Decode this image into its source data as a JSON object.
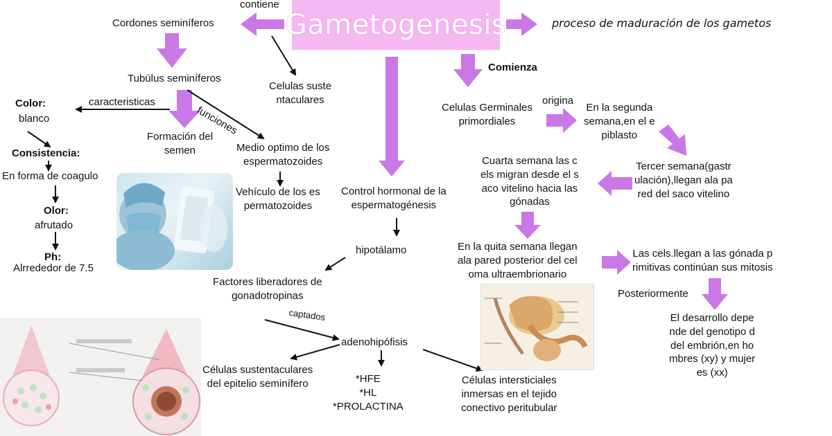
{
  "title": "Gametogenesis",
  "definition": "proceso de maduración de los gametos",
  "contiene_label": "contiene",
  "comienza_label": "Comienza",
  "origina_label": "origina",
  "caracteristicas_label": "caracteristicas",
  "funciones_label": "funciones",
  "captados_label": "captados",
  "cordones": "Cordones seminíferos",
  "celulas_sustentaculares_top": "Celulas suste\nntaculares",
  "tubulus": "Tubúlus seminíferos",
  "color_label": "Color:",
  "color_value": "blanco",
  "consistencia_label": "Consistencia:",
  "consistencia_value": "En forma de coagulo",
  "olor_label": "Olor:",
  "olor_value": "afrutado",
  "ph_label": "Ph:",
  "ph_value": "Alrrededor de 7.5",
  "formacion_semen": "Formación del\nsemen",
  "medio_optimo": "Medio optimo de los\nespermatozoides",
  "vehiculo": "Vehículo de los es\npermatozoides",
  "control_hormonal": "Control hormonal de la\nespermatogénesis",
  "hipotalamo": "hipotálamo",
  "factores": "Factores liberadores de\ngonadotropinas",
  "adenohipofisis": "adenohipófisis",
  "hormonas": "*HFE\n*HL\n*PROLACTINA",
  "celulas_sustentaculares_epitelio": "Células sustentaculares\ndel epitelio seminífero",
  "celulas_intersticiales": "Células intersticiales\ninmersas en el tejido\nconectivo peritubular",
  "germinales": "Celulas Germinales\nprimordiales",
  "segunda_semana": "En la segunda\nsemana,en el e\npiblasto",
  "tercer_semana": "Tercer semana(gastr\nulación),llegan ala pa\nred del saco vitelino",
  "cuarta_semana": "Cuarta semana las c\nels migran desde el s\naco vitelino hacia las\ngónadas",
  "quinta_semana": "En la quita semana llegan\nala pared posterior del cel\noma ultraembrionario",
  "llegan_gonadas": "Las cels.llegan a las gónada p\nrimitivas continúan sus mitosis",
  "posteriormente": "Posteriormente",
  "desarrollo": "El desarrollo depe\nnde del genotipo d\ndel embrión,en ho\nmbres (xy) y mujer\nes (xx)",
  "colors": {
    "title_box": "#f5b8f3",
    "arrow": "#c978e6",
    "line": "#111111"
  },
  "icons": [
    "lab-photo",
    "seminiferous-tubule-illustration",
    "male-anatomy-illustration"
  ]
}
